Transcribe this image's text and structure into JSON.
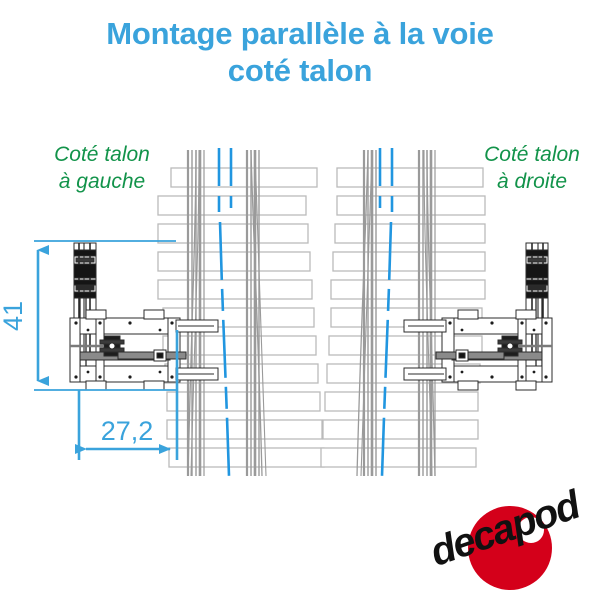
{
  "title": {
    "line1": "Montage parallèle à la voie",
    "line2": "coté talon",
    "color": "#3aa3dc"
  },
  "captions": {
    "left": "Coté talon\nà gauche",
    "right": "Coté talon\nà droite",
    "color": "#12934a"
  },
  "dimensions": {
    "vertical": {
      "label": "41",
      "orientation": "vertical",
      "color": "#3aa3dc"
    },
    "horizontal": {
      "label": "27,2",
      "orientation": "horizontal",
      "color": "#3aa3dc"
    }
  },
  "diagram": {
    "kind": "technical-drawing",
    "description": "Turnout motor mounting, parallel to track, heel side",
    "track_left": {
      "label": "left-turnout-track",
      "sleeper_count": 11,
      "rail_color": "#9a9a9a",
      "sleeper_stroke": "#bbbbbb",
      "centerline_color": "#2196e0"
    },
    "track_right": {
      "label": "right-turnout-track",
      "sleeper_count": 11,
      "rail_color": "#9a9a9a",
      "sleeper_stroke": "#bbbbbb",
      "centerline_color": "#2196e0"
    },
    "mechanism_left": {
      "label": "point-motor-assembly-left",
      "body_stroke": "#2b2b2b",
      "body_fill": "#ffffff"
    },
    "mechanism_right": {
      "label": "point-motor-assembly-right",
      "body_stroke": "#2b2b2b",
      "body_fill": "#ffffff"
    }
  },
  "logo": {
    "text": "decapod",
    "circle_color": "#d4001a",
    "text_color": "#111111"
  }
}
